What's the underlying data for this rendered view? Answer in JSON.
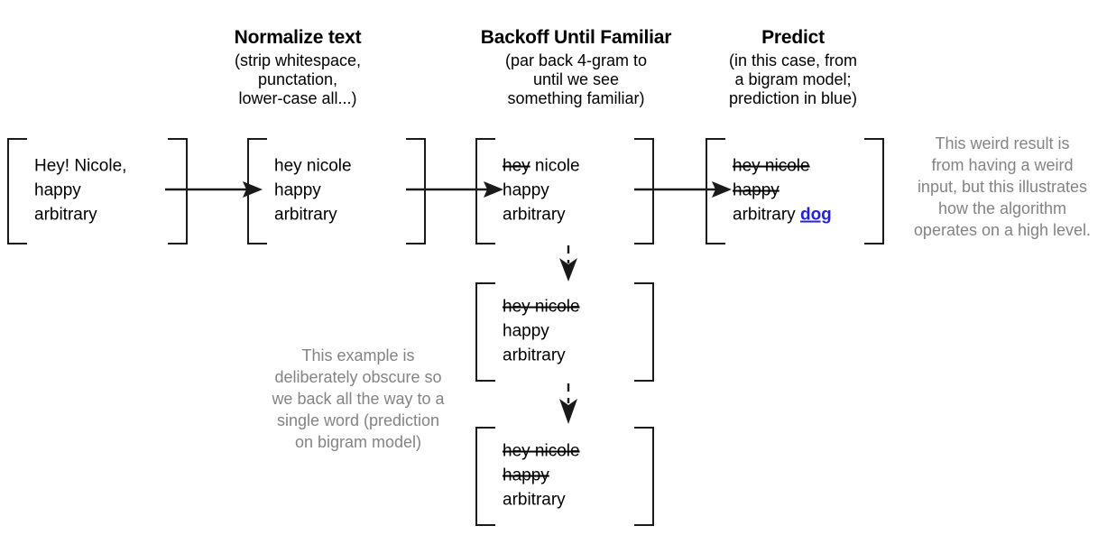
{
  "headings": [
    {
      "title": "Normalize text",
      "subtitle": "(strip whitespace,\npunctation,\nlower-case all...)"
    },
    {
      "title": "Backoff Until Familiar",
      "subtitle": "(par back 4-gram to\nuntil we see\nsomething familiar)"
    },
    {
      "title": "Predict",
      "subtitle": "(in this case, from\na bigram model;\nprediction in blue)"
    }
  ],
  "boxes": {
    "raw_input": {
      "line1_plain": "Hey! Nicole, happy",
      "line2_plain": "arbitrary"
    },
    "normalized": {
      "line1_plain": "hey nicole happy",
      "line2_plain": "arbitrary"
    },
    "backoff_4gram": {
      "line1_struck": "hey",
      "line1_plain": " nicole happy",
      "line2_plain": "arbitrary"
    },
    "backoff_3gram": {
      "line1_struck": "hey nicole",
      "line1_plain": " happy",
      "line2_plain": "arbitrary"
    },
    "backoff_2gram": {
      "line1_struck": "hey nicole happy",
      "line1_plain": "",
      "line2_plain": "arbitrary"
    },
    "predicted": {
      "line1_struck": "hey nicole happy",
      "line1_plain": "",
      "line2_plain": "arbitrary ",
      "line2_prediction": "dog"
    }
  },
  "notes": {
    "right": "This weird result is\nfrom having a weird\ninput, but this illustrates\nhow the algorithm\noperates on a high level.",
    "left": "This example is\ndeliberately obscure so\nwe back all the way to a\nsingle word (prediction\non bigram model)"
  },
  "colors": {
    "prediction_blue": "#2222dd",
    "note_gray": "#838383",
    "stroke_black": "#1a1a1a"
  },
  "icons": {
    "right_arrow": "right-arrow-icon",
    "down_dashed_arrow": "down-dashed-arrow-icon"
  }
}
